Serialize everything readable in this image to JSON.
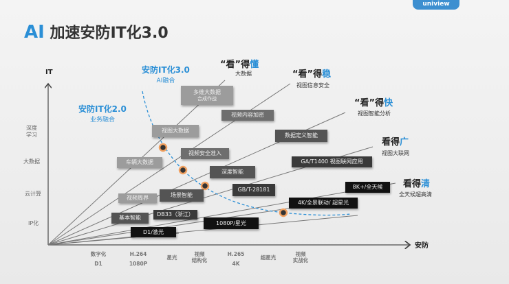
{
  "logo": "uniview",
  "title": {
    "prefix": "AI",
    "text": "加速安防IT化3.0"
  },
  "axes": {
    "y_label": "IT",
    "x_label": "安防",
    "y_ticks": [
      "深度\n学习",
      "大数据",
      "云计算",
      "IP化"
    ],
    "x_ticks": [
      {
        "top": "数字化",
        "bottom": "D1"
      },
      {
        "top": "H.264",
        "bottom": "1080P"
      },
      {
        "top": "星光",
        "bottom": ""
      },
      {
        "top": "视频\n结构化",
        "bottom": ""
      },
      {
        "top": "H.265",
        "bottom": "4K"
      },
      {
        "top": "超星光",
        "bottom": ""
      },
      {
        "top": "视频\n实战化",
        "bottom": ""
      }
    ]
  },
  "eras": {
    "v3": {
      "title": "安防IT化3.0",
      "sub": "AI融合"
    },
    "v2": {
      "title": "安防IT化2.0",
      "sub": "业务融合"
    }
  },
  "goals": [
    {
      "pre": "“看”得",
      "key": "懂",
      "sub": "大数据"
    },
    {
      "pre": "“看”得",
      "key": "稳",
      "sub": "视图信息安全"
    },
    {
      "pre": "“看”得",
      "key": "快",
      "sub": "视图智能分析"
    },
    {
      "pre": "看得",
      "key": "广",
      "sub": "视图大联网"
    },
    {
      "pre": "看得",
      "key": "清",
      "sub": "全天候超高清"
    }
  ],
  "boxes": {
    "b1": "多维大数据",
    "b1s": "合成作战",
    "b2": "视频内容加密",
    "b3": "视图大数据",
    "b4": "视频安全准入",
    "b5": "车辆大数据",
    "b6": "数据定义智能",
    "b7": "深度智能",
    "b8": "GA/T1400 视图联网应用",
    "b9": "GB/T-28181",
    "b10": "视频周界",
    "b11": "场景智能",
    "b12": "基本智能",
    "b13": "DB33（浙江）",
    "b14": "1080P/星光",
    "b15": "D1/激光",
    "b16": "8K+/全天候",
    "b17": "4K/全景联动/ 超星光"
  },
  "colors": {
    "accent": "#2b8fd6",
    "dot": "#333333",
    "dot_ring": "#f0a060"
  }
}
